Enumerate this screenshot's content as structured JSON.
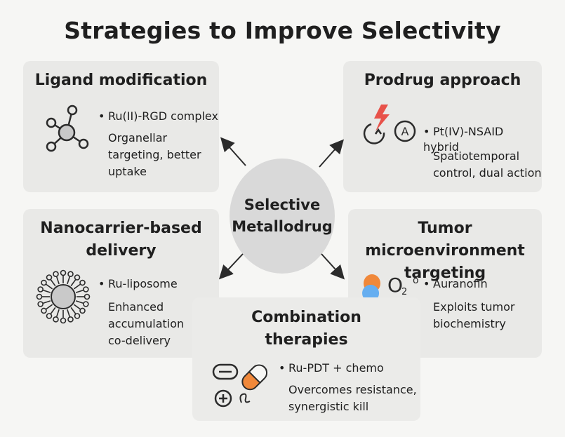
{
  "title": "Strategies to Improve Selectivity",
  "center": {
    "label": "Selective\nMetallodrug"
  },
  "panels": {
    "ligand": {
      "title": "Ligand modification",
      "example": "Ru(II)-RGD complex",
      "detail": "Organellar\ntargeting, better\nuptake",
      "icon": "molecule-icon"
    },
    "prodrug": {
      "title": "Prodrug approach",
      "example": "Pt(IV)-NSAID\nhybrid",
      "detail": "Spatiotemporal\ncontrol, dual action",
      "icon": "lightning-activation-icon",
      "icon_letter": "A"
    },
    "nanocarrier": {
      "title": "Nanocarrier-based\ndelivery",
      "example": "Ru-liposome",
      "detail": "Enhanced\naccumulation\nco-delivery",
      "icon": "liposome-icon"
    },
    "tumor": {
      "title": "Tumor microenvironment\ntargeting",
      "example": "Auranofin",
      "detail": "Exploits tumor\nbiochemistry",
      "icon": "tumor-environment-icon",
      "icon_text": "O",
      "icon_sub": "2",
      "icon_sup": "o"
    },
    "combination": {
      "title": "Combination\ntherapies",
      "example": "Ru-PDT + chemo",
      "detail": "Overcomes resistance,\nsynergistic kill",
      "icon": "pills-icon"
    }
  },
  "colors": {
    "background": "#f6f6f4",
    "panel": "#e9e9e7",
    "center": "#d9d9d9",
    "accent_red": "#e8524a",
    "accent_orange": "#f0883a",
    "accent_blue": "#66aef0"
  }
}
